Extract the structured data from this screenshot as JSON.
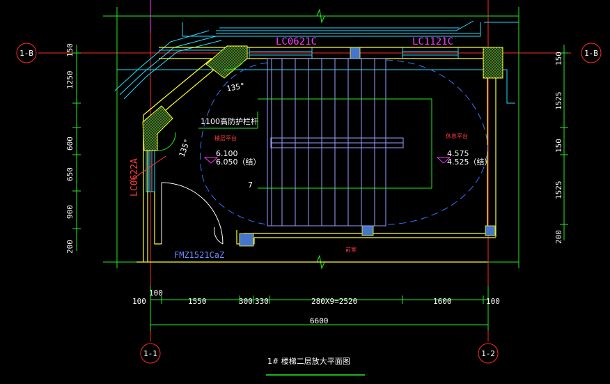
{
  "drawing": {
    "title": "1# 楼梯二层放大平面图",
    "grid_axes": {
      "top_left": "1-B",
      "top_right": "1-B",
      "bottom_left": "1-1",
      "bottom_right": "1-2"
    },
    "windows": {
      "w1": "LC0621C",
      "w2": "LC1121C",
      "w3": "LC0622A"
    },
    "door": "FMZ1521CaZ",
    "angles": {
      "a1": "135°",
      "a2": "135°"
    },
    "railing_note": "1100高防护栏杆",
    "landing_left": {
      "label": "楼层平台",
      "elev1": "6.100",
      "elev2": "6.050（结）"
    },
    "landing_right": {
      "label": "休息平台",
      "elev1": "4.575",
      "elev2": "4.525（结）"
    },
    "room_label": "前室",
    "left_dims": [
      "150",
      "1250",
      "600",
      "650",
      "900",
      "200"
    ],
    "right_dims": [
      "150",
      "1525",
      "150",
      "1525",
      "200"
    ],
    "bottom_dims": {
      "d100a": "100",
      "d100b": "100",
      "d1550": "1550",
      "d300": "300",
      "d330": "330",
      "dsteps": "280X9=2520",
      "d1600": "1600",
      "d100c": "100",
      "total": "6600"
    }
  },
  "colors": {
    "background": "#000000",
    "wall": "#ffff00",
    "dim": "#00ff00",
    "window": "#00ffff",
    "axis": "#ff0000",
    "stair": "#8888ff"
  }
}
